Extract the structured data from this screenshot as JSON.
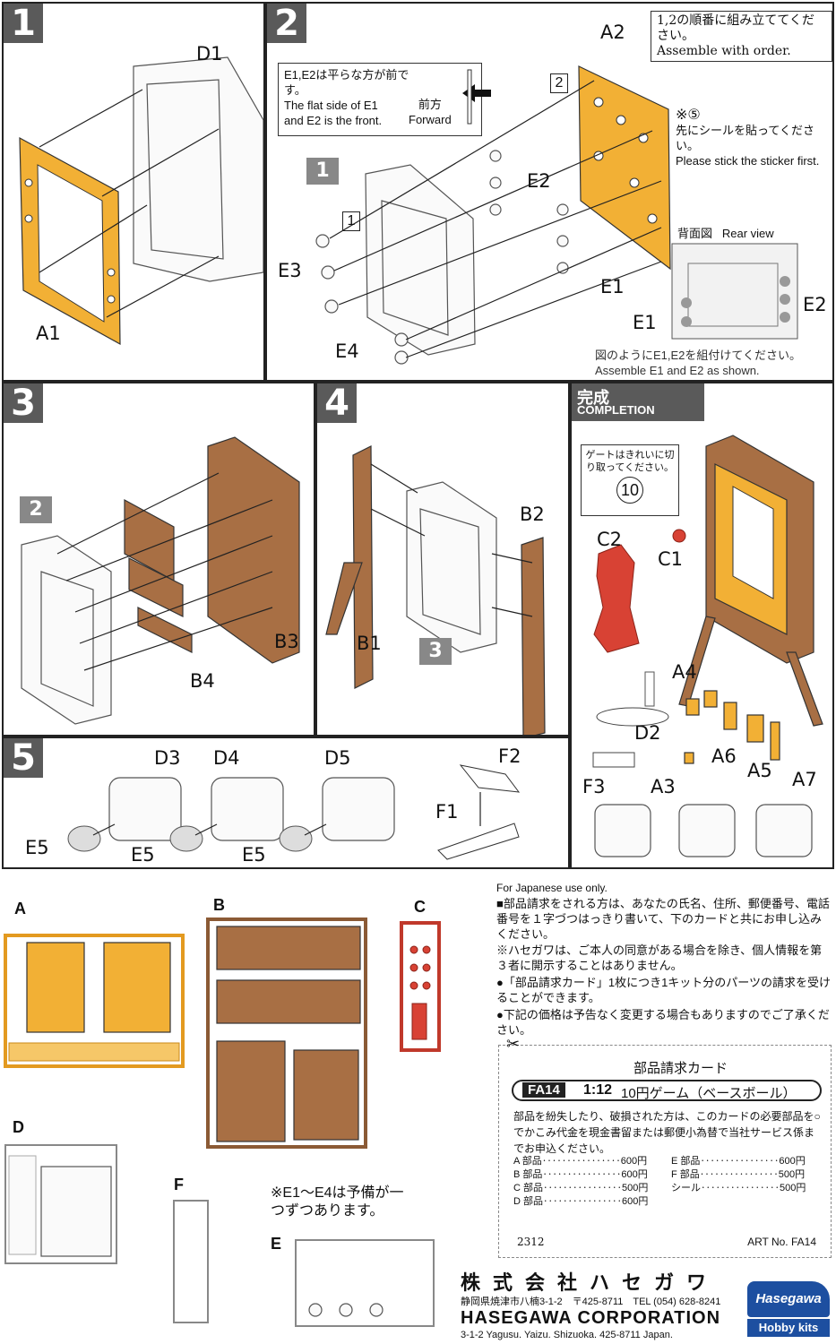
{
  "steps": {
    "s1": {
      "num": "1",
      "parts": [
        "D1",
        "A1"
      ]
    },
    "s2": {
      "num": "2",
      "order_note_jp": "1,2の順番に組み立ててください。",
      "order_note_en": "Assemble with order.",
      "flat_note_jp": "E1,E2は平らな方が前です。",
      "flat_note_en": "The flat side of E1 and E2 is the front.",
      "forward_jp": "前方",
      "forward_en": "Forward",
      "sticker_ref": "※⑤",
      "sticker_jp": "先にシールを貼ってください。",
      "sticker_en": "Please stick the sticker first.",
      "rear_jp": "背面図",
      "rear_en": "Rear view",
      "assemble_jp": "図のようにE1,E2を組付けてください。",
      "assemble_en": "Assemble E1 and E2 as shown.",
      "badge": "1",
      "parts": [
        "A2",
        "E2",
        "E3",
        "E1",
        "E4",
        "E1",
        "E2"
      ],
      "circle1": "1",
      "circle2": "2"
    },
    "s3": {
      "num": "3",
      "badge": "2",
      "parts": [
        "B3",
        "B4"
      ]
    },
    "s4": {
      "num": "4",
      "badge": "3",
      "parts": [
        "B2",
        "B1"
      ]
    },
    "s5": {
      "num": "5",
      "parts": [
        "D3",
        "D4",
        "D5",
        "E5",
        "E5",
        "E5",
        "F2",
        "F1"
      ]
    },
    "completion": {
      "jp": "完成",
      "en": "COMPLETION",
      "gate_note": "ゲートはきれいに切り取ってください。",
      "gate_num": "10",
      "parts": [
        "C2",
        "C1",
        "A4",
        "D2",
        "A6",
        "A5",
        "A7",
        "F3",
        "A3"
      ]
    }
  },
  "sprues": {
    "A": "A",
    "B": "B",
    "C": "C",
    "D": "D",
    "E": "E",
    "F": "F",
    "spare_note": "※E1〜E4は予備が一つずつあります。"
  },
  "info": {
    "jp_only": "For Japanese use only.",
    "para1": "■部品請求をされる方は、あなたの氏名、住所、郵便番号、電話番号を１字づつはっきり書いて、下のカードと共にお申し込みください。",
    "para2": "※ハセガワは、ご本人の同意がある場合を除き、個人情報を第３者に開示することはありません。",
    "para3": "●「部品請求カード」1枚につき1キット分のパーツの請求を受けることができます。",
    "para4": "●下記の価格は予告なく変更する場合もありますのでご了承ください。"
  },
  "card": {
    "title": "部品請求カード",
    "code": "FA14",
    "scale": "1:12",
    "name": "10円ゲーム（ベースボール）",
    "desc": "部品を紛失したり、破損された方は、このカードの必要部品を○でかこみ代金を現金書留または郵便小為替で当社サービス係までお申込ください。",
    "prices_left": [
      "A 部品‥‥‥‥‥‥‥‥600円",
      "B 部品‥‥‥‥‥‥‥‥600円",
      "C 部品‥‥‥‥‥‥‥‥500円",
      "D 部品‥‥‥‥‥‥‥‥600円"
    ],
    "prices_right": [
      "E 部品‥‥‥‥‥‥‥‥600円",
      "F 部品‥‥‥‥‥‥‥‥500円",
      "シール‥‥‥‥‥‥‥‥500円"
    ],
    "serial": "2312",
    "art_no": "ART No. FA14"
  },
  "company": {
    "name_jp": "株式会社ハセガワ",
    "addr_jp": "静岡県焼津市八楠3-1-2　〒425-8711　TEL (054) 628-8241",
    "name_en": "HASEGAWA CORPORATION",
    "addr_en": "3-1-2 Yagusu. Yaizu. Shizuoka. 425-8711 Japan.",
    "logo": "Hasegawa",
    "logo_sub": "Hobby kits"
  },
  "colors": {
    "orange": "#f2b035",
    "brown": "#a86f44",
    "red": "#d84234",
    "gray_badge": "#5a5a5a"
  }
}
